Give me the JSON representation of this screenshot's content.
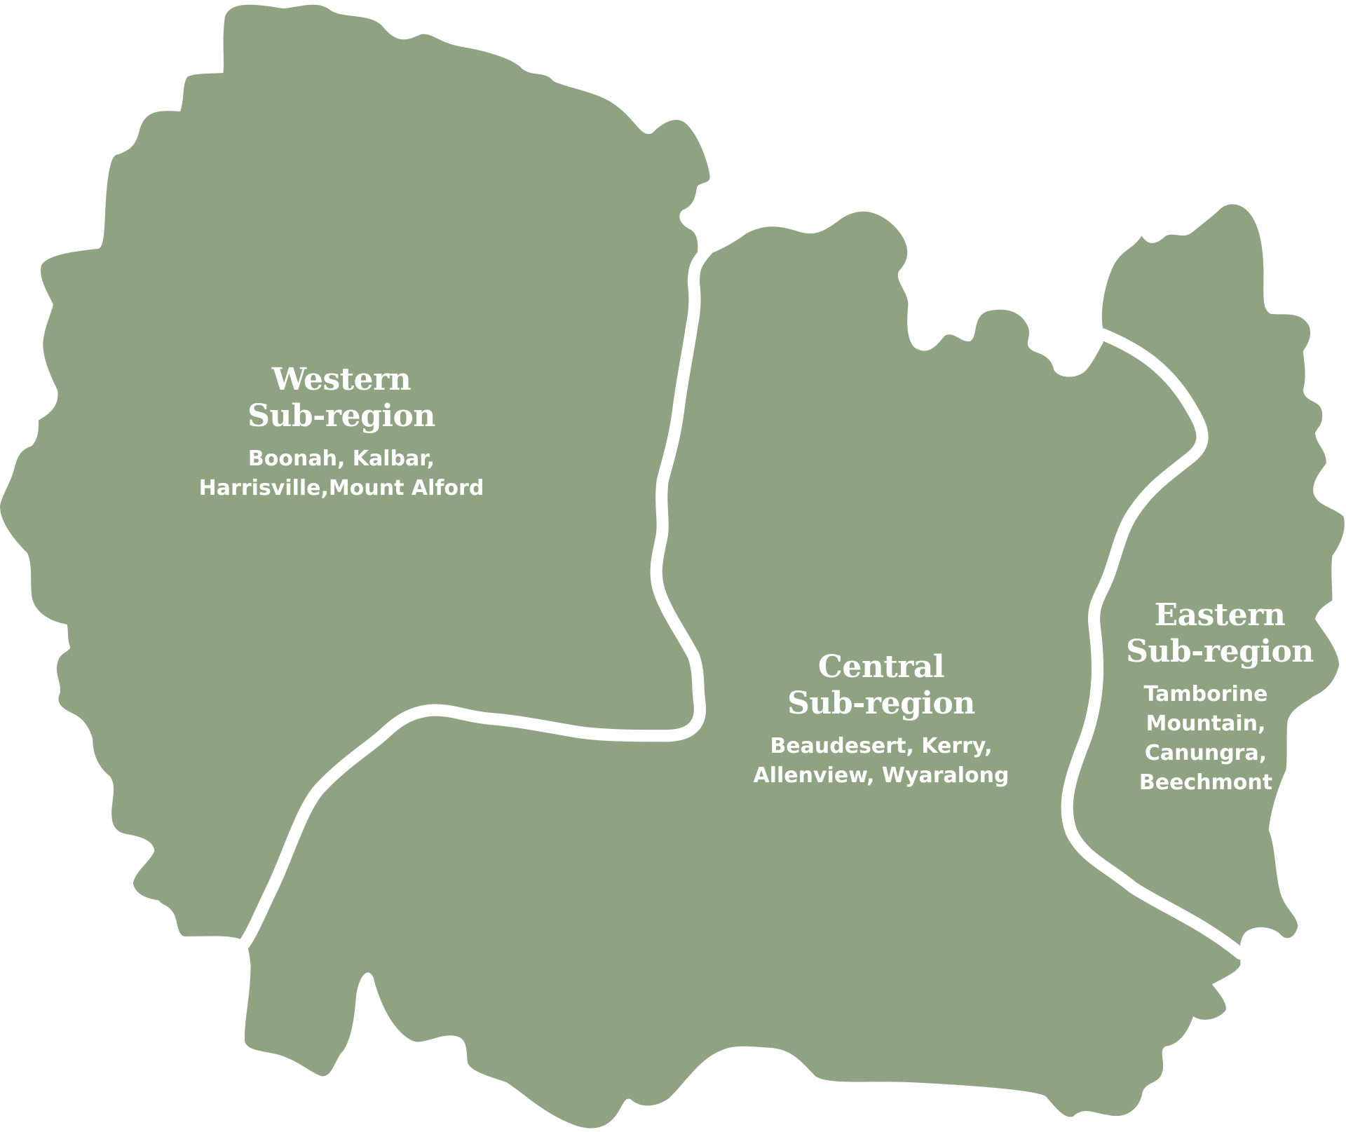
{
  "map": {
    "fill_color": "#8fa383",
    "border_color": "#ffffff",
    "background_color": "#ffffff",
    "regions": [
      {
        "id": "western",
        "title_line1": "Western",
        "title_line2": "Sub-region",
        "towns_line1": "Boonah, Kalbar,",
        "towns_line2": "Harrisville,Mount Alford"
      },
      {
        "id": "central",
        "title_line1": "Central",
        "title_line2": "Sub-region",
        "towns_line1": "Beaudesert, Kerry,",
        "towns_line2": "Allenview, Wyaralong"
      },
      {
        "id": "eastern",
        "title_line1": "Eastern",
        "title_line2": "Sub-region",
        "towns_line1": "Tamborine",
        "towns_line2": "Mountain,",
        "towns_line3": "Canungra,",
        "towns_line4": "Beechmont"
      }
    ]
  }
}
